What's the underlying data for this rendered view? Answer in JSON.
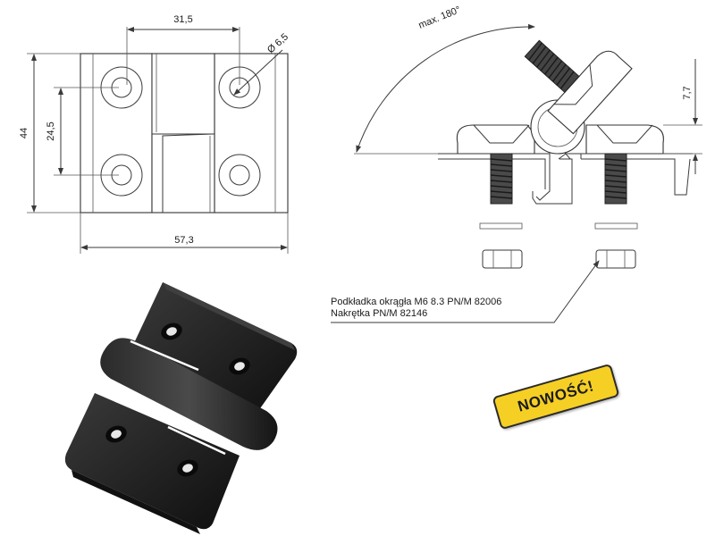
{
  "drawing": {
    "front_view": {
      "dim_top": "31,5",
      "dim_hole": "Ø 6,5",
      "dim_left_outer": "44",
      "dim_left_inner": "24,5",
      "dim_bottom": "57,3"
    },
    "side_view": {
      "dim_angle": "max. 180°",
      "dim_height": "7,7"
    },
    "parts_note": {
      "line1": "Podkładka okrągła M6 8.3 PN/M 82006",
      "line2": "Nakrętka PN/M 82146"
    }
  },
  "badge": {
    "text": "NOWOŚĆ!"
  },
  "colors": {
    "badge_fill": "#f6cf25",
    "hinge_body": "#1c1c1c",
    "line": "#3a3a3a"
  }
}
